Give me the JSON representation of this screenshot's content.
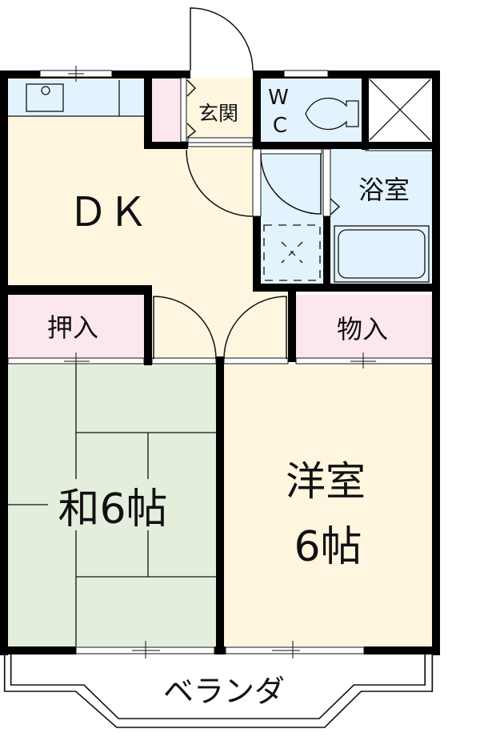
{
  "floor_plan": {
    "layout_type": "2DK",
    "colors": {
      "wall": "#000000",
      "dk_floor": "#fff6e0",
      "wet_area": "#e3f3fd",
      "storage": "#fde7ee",
      "tatami": "#e4eedd",
      "western_room": "#fff6e0",
      "background": "#ffffff"
    },
    "rooms": {
      "dk": {
        "label": "ＤＫ"
      },
      "entrance": {
        "label": "玄関"
      },
      "wc": {
        "label_top": "W",
        "label_bottom": "C"
      },
      "bath": {
        "label": "浴室"
      },
      "closet_left": {
        "label": "押入"
      },
      "closet_right": {
        "label": "物入"
      },
      "japanese_room": {
        "label": "和6帖"
      },
      "western_room": {
        "label_line1": "洋室",
        "label_line2": "6帖"
      },
      "balcony": {
        "label": "ベランダ"
      }
    },
    "fixtures": [
      "kitchen-sink",
      "toilet",
      "bathtub",
      "washer-space",
      "pipe-space"
    ]
  }
}
